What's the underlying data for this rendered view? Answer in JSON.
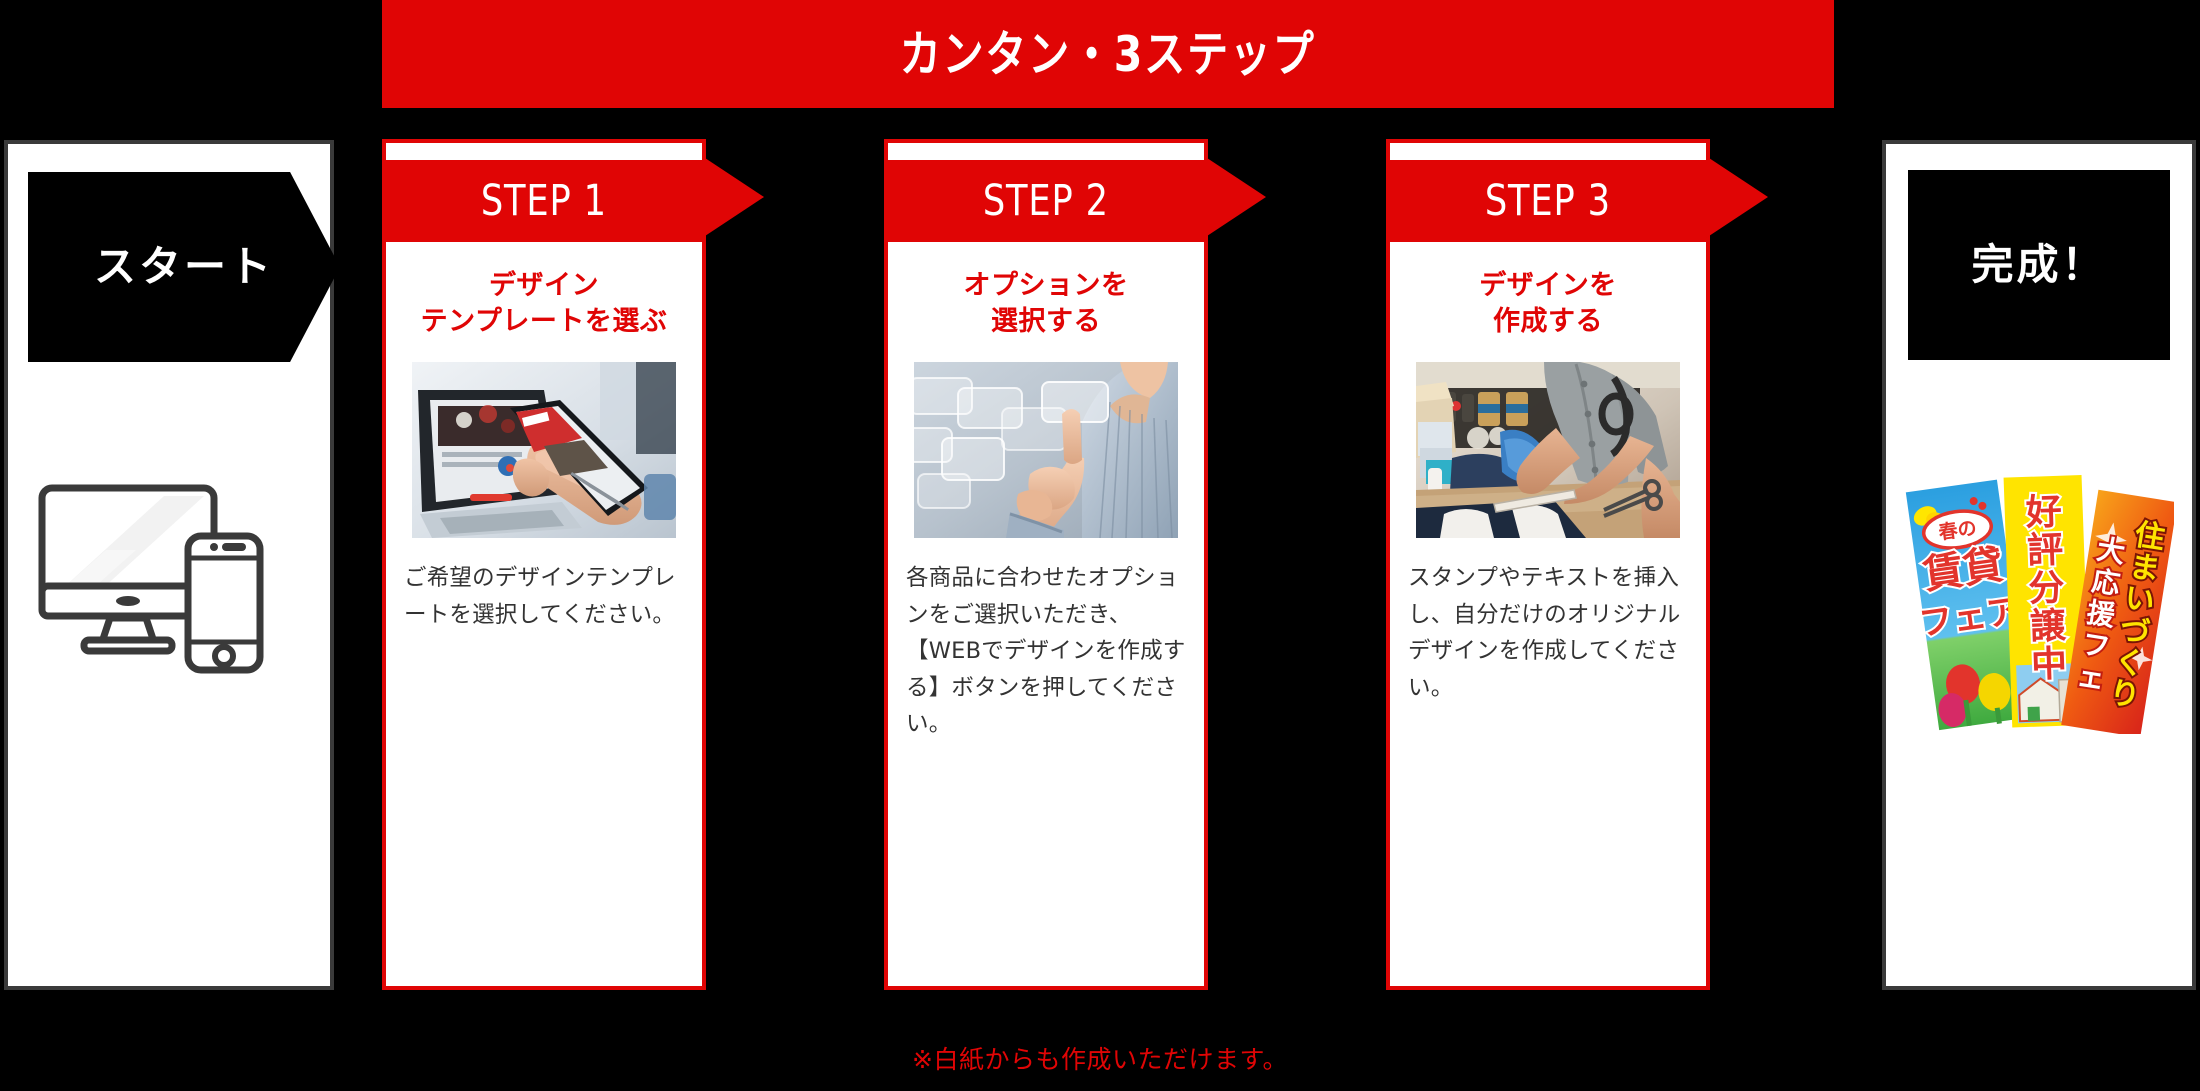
{
  "header": {
    "title": "カンタン・3ステップ"
  },
  "start_panel": {
    "label": "スタート",
    "icon": "monitor-and-phone-icon"
  },
  "finish_panel": {
    "label": "完成！",
    "icon": "nobori-banners-image",
    "banners": [
      {
        "line1": "春の",
        "line2": "賃貸",
        "line3": "フェア",
        "color": "#1f8fd8"
      },
      {
        "line1": "好評分譲中",
        "color": "#ffe400"
      },
      {
        "line1": "住まいづくり",
        "line2": "大応援フェア",
        "color": "#f26a1b"
      }
    ]
  },
  "steps": [
    {
      "banner": "STEP 1",
      "title_line1": "デザイン",
      "title_line2": "テンプレートを選ぶ",
      "photo_alt": "hand-holding-smartphone-photo",
      "body": "ご希望のデザインテンプレートを選択してください。"
    },
    {
      "banner": "STEP 2",
      "title_line1": "オプションを",
      "title_line2": "選択する",
      "photo_alt": "finger-touching-interface-photo",
      "body": "各商品に合わせたオプションをご選択いただき、【WEBでデザインを作成する】ボタンを押してください。"
    },
    {
      "banner": "STEP 3",
      "title_line1": "デザインを",
      "title_line2": "作成する",
      "photo_alt": "craftsman-working-fabric-photo",
      "body": "スタンプやテキストを挿入し、自分だけのオリジナルデザインを作成してください。"
    }
  ],
  "footer": {
    "note": "※白紙からも作成いただけます。"
  },
  "colors": {
    "accent_red": "#e00505",
    "background": "#000000",
    "card_bg": "#ffffff",
    "body_text": "#333333",
    "panel_border": "#3a3a3a"
  }
}
